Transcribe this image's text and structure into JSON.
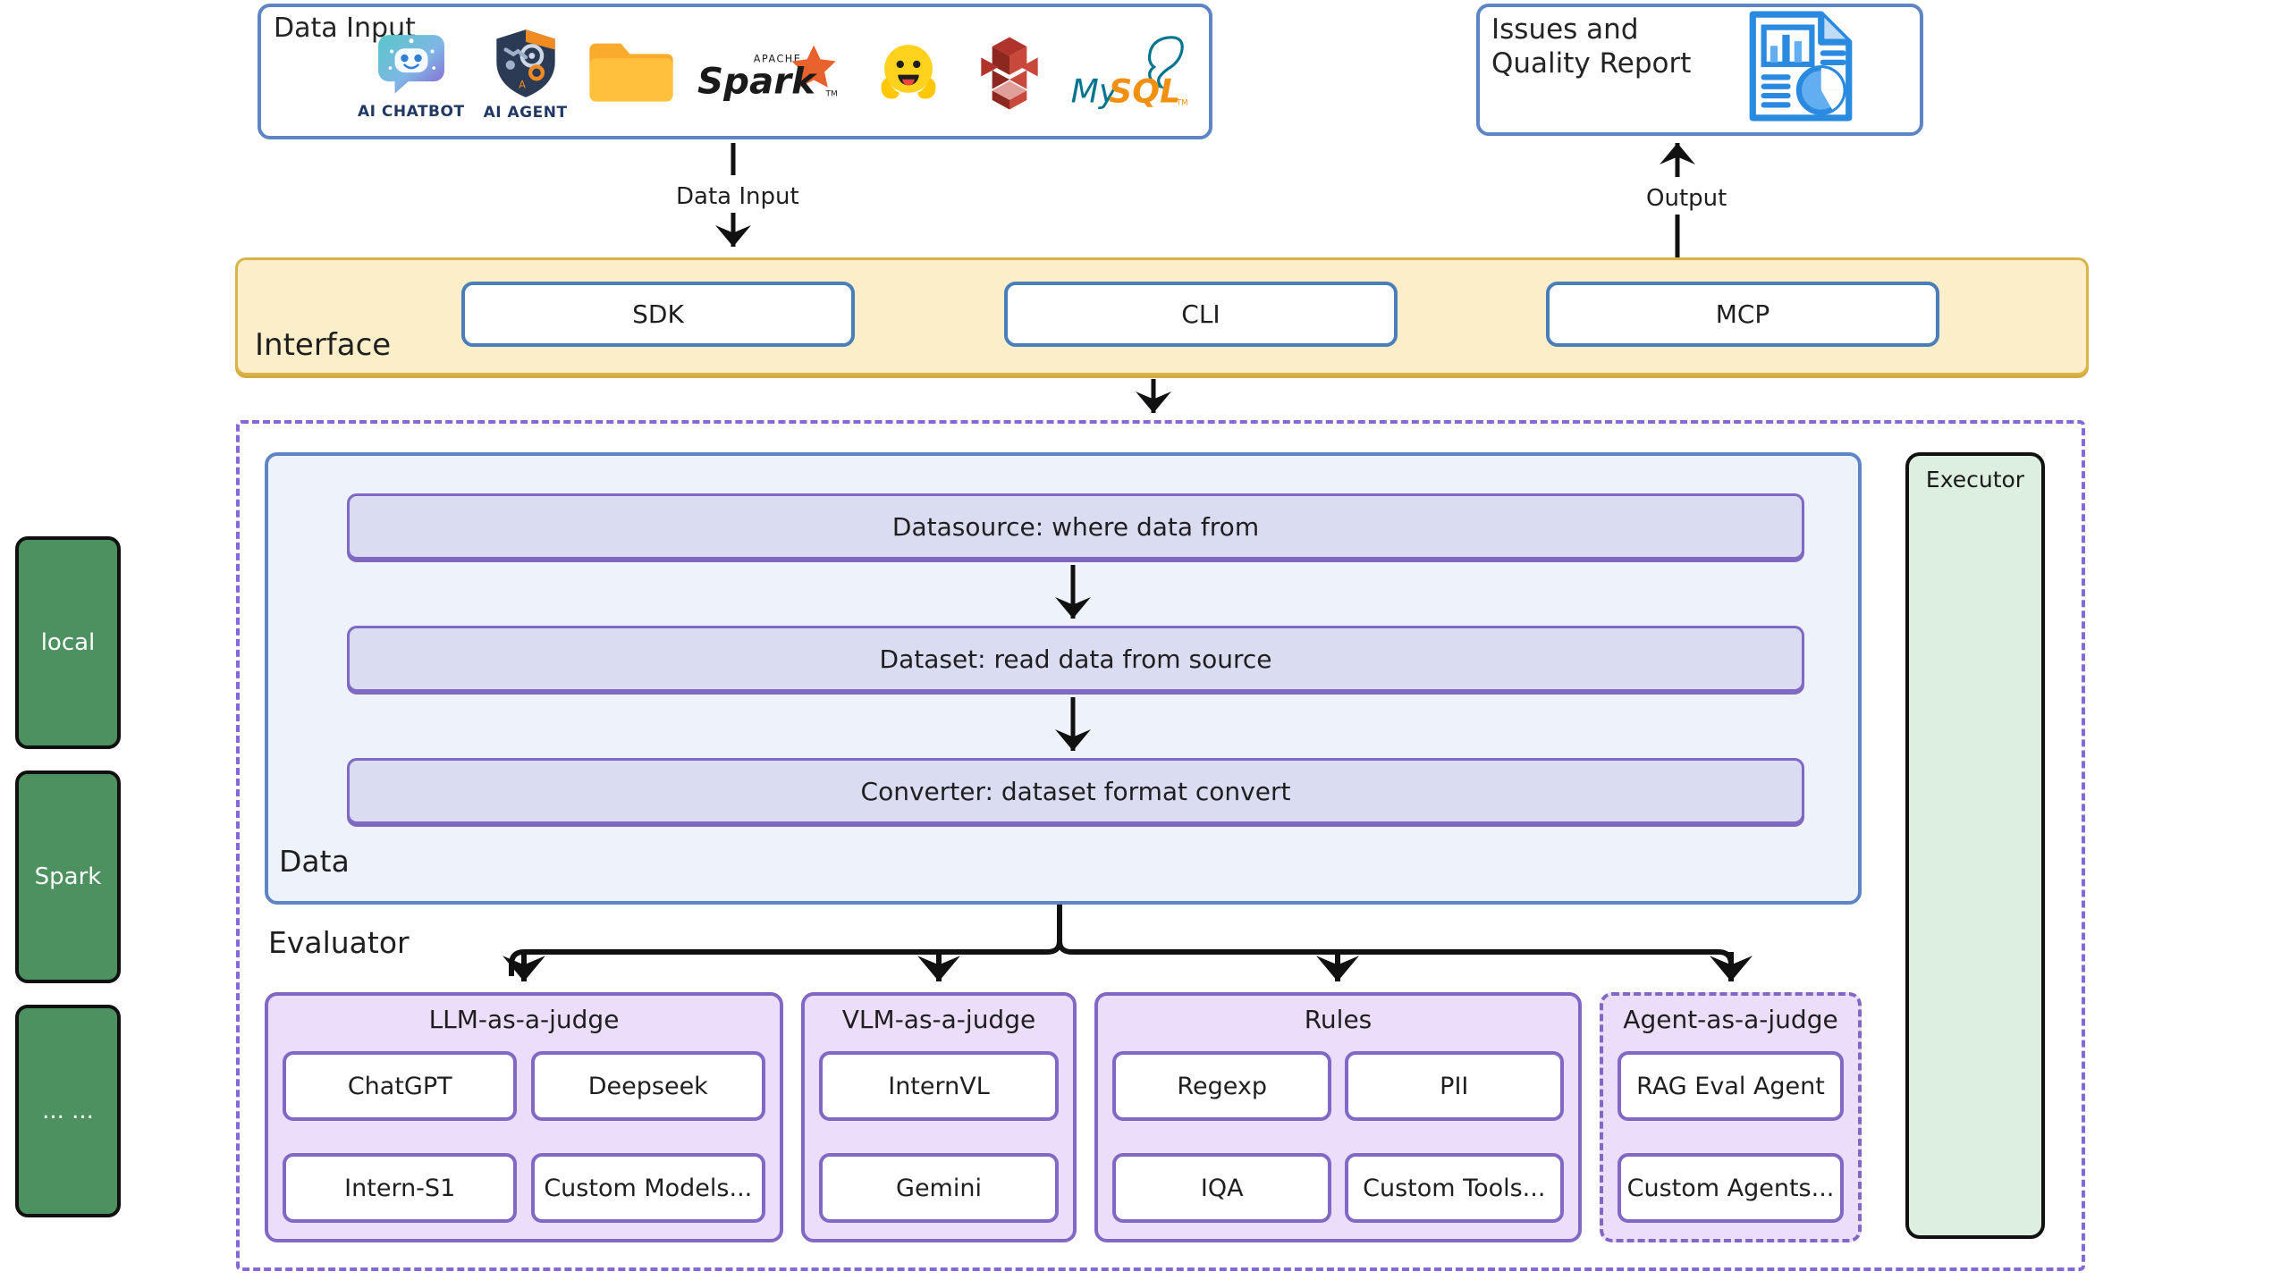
{
  "data_input": {
    "title": "Data Input",
    "logos": [
      {
        "name": "ai-chatbot-logo",
        "caption": "AI CHATBOT"
      },
      {
        "name": "ai-agent-logo",
        "caption": "AI AGENT"
      },
      {
        "name": "folder-icon",
        "caption": ""
      },
      {
        "name": "apache-spark-logo",
        "caption": ""
      },
      {
        "name": "huggingface-logo",
        "caption": ""
      },
      {
        "name": "amazon-s3-logo",
        "caption": ""
      },
      {
        "name": "mysql-logo",
        "caption": ""
      }
    ]
  },
  "report": {
    "title": "Issues and\nQuality Report",
    "line1": "Issues and",
    "line2": "Quality Report",
    "icon": "report-document-icon"
  },
  "connectors": {
    "data_input_label": "Data Input",
    "output_label": "Output"
  },
  "interface": {
    "label": "Interface",
    "buttons": [
      {
        "label": "SDK"
      },
      {
        "label": "CLI"
      },
      {
        "label": "MCP"
      }
    ]
  },
  "data_panel": {
    "label": "Data",
    "rows": [
      {
        "label": "Datasource: where data from"
      },
      {
        "label": "Dataset: read data from source"
      },
      {
        "label": "Converter: dataset format convert"
      }
    ]
  },
  "evaluator": {
    "label": "Evaluator",
    "groups": [
      {
        "title": "LLM-as-a-judge",
        "dashed": false,
        "items": [
          {
            "label": "ChatGPT",
            "width": "half"
          },
          {
            "label": "Deepseek",
            "width": "half"
          },
          {
            "label": "Intern-S1",
            "width": "half"
          },
          {
            "label": "Custom Models...",
            "width": "half"
          }
        ]
      },
      {
        "title": "VLM-as-a-judge",
        "dashed": false,
        "items": [
          {
            "label": "InternVL",
            "width": "full"
          },
          {
            "label": "Gemini",
            "width": "full"
          }
        ]
      },
      {
        "title": "Rules",
        "dashed": false,
        "items": [
          {
            "label": "Regexp",
            "width": "half"
          },
          {
            "label": "PII",
            "width": "half"
          },
          {
            "label": "IQA",
            "width": "half"
          },
          {
            "label": "Custom Tools...",
            "width": "half"
          }
        ]
      },
      {
        "title": "Agent-as-a-judge",
        "dashed": true,
        "items": [
          {
            "label": "RAG Eval Agent",
            "width": "full"
          },
          {
            "label": "Custom Agents...",
            "width": "full"
          }
        ]
      }
    ]
  },
  "executor": {
    "title": "Executor",
    "items": [
      {
        "label": "local"
      },
      {
        "label": "Spark"
      },
      {
        "label": "... ..."
      }
    ]
  },
  "colors": {
    "blue_border": "#5d84c4",
    "purple_border": "#8168c4",
    "purple_fill": "#ecdefa",
    "data_fill": "#eef2fb",
    "data_row_fill": "#dadcf2",
    "interface_fill": "#fbeec8",
    "interface_border": "#d9b44a",
    "executor_fill": "#ddf0e0",
    "executor_chip": "#4e9160",
    "dashed_outer": "#8468d8"
  }
}
